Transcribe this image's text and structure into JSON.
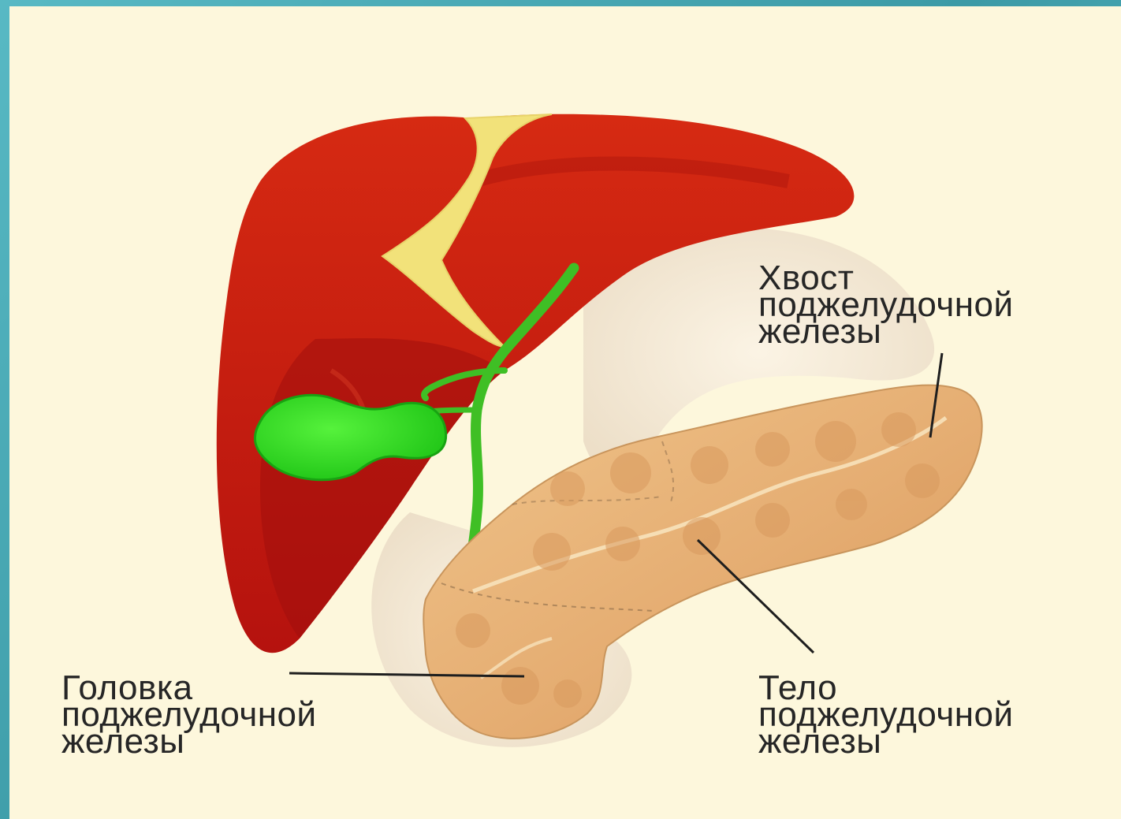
{
  "labels": {
    "tail": {
      "line1": "Хвост",
      "line2": "поджелудочной",
      "line3": "железы"
    },
    "head": {
      "line1": "Головка",
      "line2": "поджелудочной",
      "line3": "железы"
    },
    "body": {
      "line1": "Тело",
      "line2": "поджелудочной",
      "line3": "железы"
    }
  },
  "colors": {
    "frame": "#3fa4b0",
    "background": "#fdf7dc",
    "liver": "#c8170f",
    "liver_dark": "#9a0e0c",
    "gallbladder": "#2dd81c",
    "bile_duct": "#3fbf25",
    "ligament": "#f2e27a",
    "pancreas": "#e9b47c",
    "stomach_ghost": "#f3e6d3"
  }
}
